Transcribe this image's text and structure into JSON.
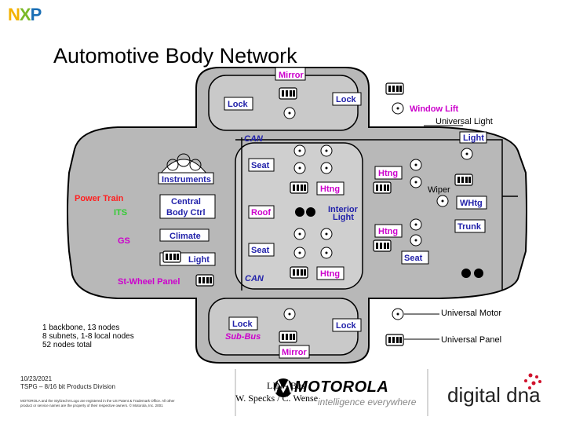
{
  "logo": {
    "text": "NXP",
    "letters": [
      "N",
      "X",
      "P"
    ],
    "colors": [
      "#f3b200",
      "#7bb928",
      "#1a6fb5"
    ]
  },
  "title": "Automotive Body Network",
  "modules": {
    "mirror_top": "Mirror",
    "lock_top_left": "Lock",
    "lock_top_right": "Lock",
    "window_lift": "Window Lift",
    "universal_light": "Universal Light",
    "can_top": "CAN",
    "light_right": "Light",
    "seat_top": "Seat",
    "instruments": "Instruments",
    "htng_top_right": "Htng",
    "htng_center_top": "Htng",
    "wiper": "Wiper",
    "power_train": "Power Train",
    "central_body_ctrl_line1": "Central",
    "central_body_ctrl_line2": "Body Ctrl",
    "roof": "Roof",
    "interior_light_line1": "Interior",
    "interior_light_line2": "Light",
    "whtg": "WHtg",
    "itis": "ITS",
    "climate": "Climate",
    "htng_mid_right": "Htng",
    "trunk": "Trunk",
    "gs": "GS",
    "seat_mid": "Seat",
    "light_left": "Light",
    "seat_right": "Seat",
    "htng_bottom": "Htng",
    "st_wheel_panel": "St-Wheel Panel",
    "can_bottom": "CAN",
    "universal_motor": "Universal Motor",
    "lock_bottom_left": "Lock",
    "lock_bottom_right": "Lock",
    "sub_bus": "Sub-Bus",
    "universal_panel": "Universal Panel",
    "mirror_bottom": "Mirror"
  },
  "stats": [
    "1 backbone, 13 nodes",
    "8 subnets, 1-8 local nodes",
    "52 nodes total"
  ],
  "footer": {
    "date": "10/23/2021",
    "division": "TSPG – 8/16 bit Products Division",
    "legal_line1": "MOTOROLA and the Stylized M Logo are registered in the US Patent & Trademark Office. All other",
    "legal_line2": "product or service names are the property of their respective owners. © Motorola, Inc. 2001",
    "lin_bus": "LIN - Bus",
    "authors": "W. Specks / C. Wense",
    "motorola": "MOTOROLA",
    "motorola_tagline": "intelligence everywhere",
    "digital_dna": "digital dna"
  },
  "colors": {
    "magenta": "#cc00cc",
    "red": "#ff2020",
    "green": "#33cc33",
    "blue": "#2222aa",
    "body_gray": "#b8b8b8"
  }
}
